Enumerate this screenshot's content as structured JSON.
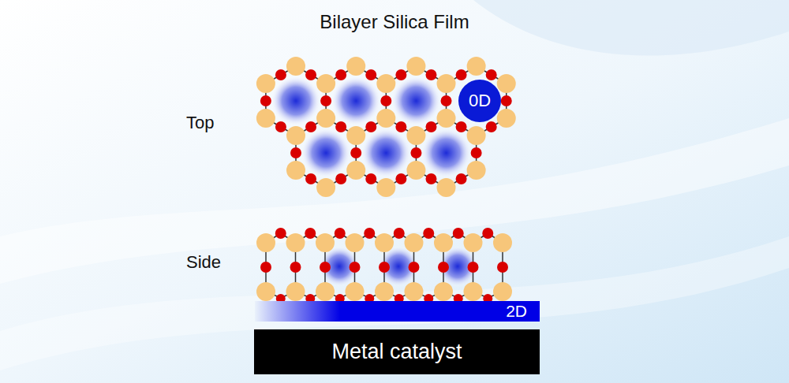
{
  "diagram": {
    "title": "Bilayer Silica Film",
    "nodes": [
      {
        "text": [
          "0D"
        ]
      },
      {
        "text": [
          "2D"
        ]
      },
      {
        "text": [
          "Metal catalyst"
        ]
      }
    ],
    "labels": [
      "Top",
      "Side"
    ]
  }
}
